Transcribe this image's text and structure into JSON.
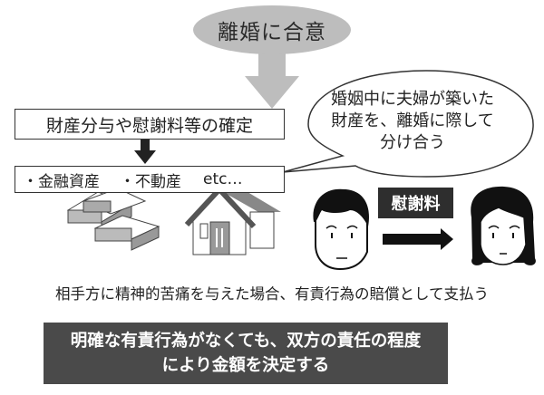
{
  "top": {
    "label": "離婚に合意"
  },
  "step1": {
    "label": "財産分与や慰謝料等の確定"
  },
  "assets": {
    "items": [
      "・金融資産",
      "・不動産",
      "etc…"
    ]
  },
  "bubble": {
    "lines": [
      "婚姻中に夫婦が築いた",
      "財産を、離婚に際して",
      "分け合う"
    ]
  },
  "payment": {
    "label": "慰謝料"
  },
  "caption": {
    "text": "相手方に精神的苦痛を与えた場合、有責行為の賠償として支払う"
  },
  "note": {
    "lines": [
      "明確な有責行為がなくても、双方の責任の程度",
      "により金額を決定する"
    ]
  },
  "colors": {
    "ellipse": "#bdbdbd",
    "dark_box": "#4a4a4a",
    "label_box": "#2e2e2e",
    "arrow_gray": "#bdbdbd"
  }
}
